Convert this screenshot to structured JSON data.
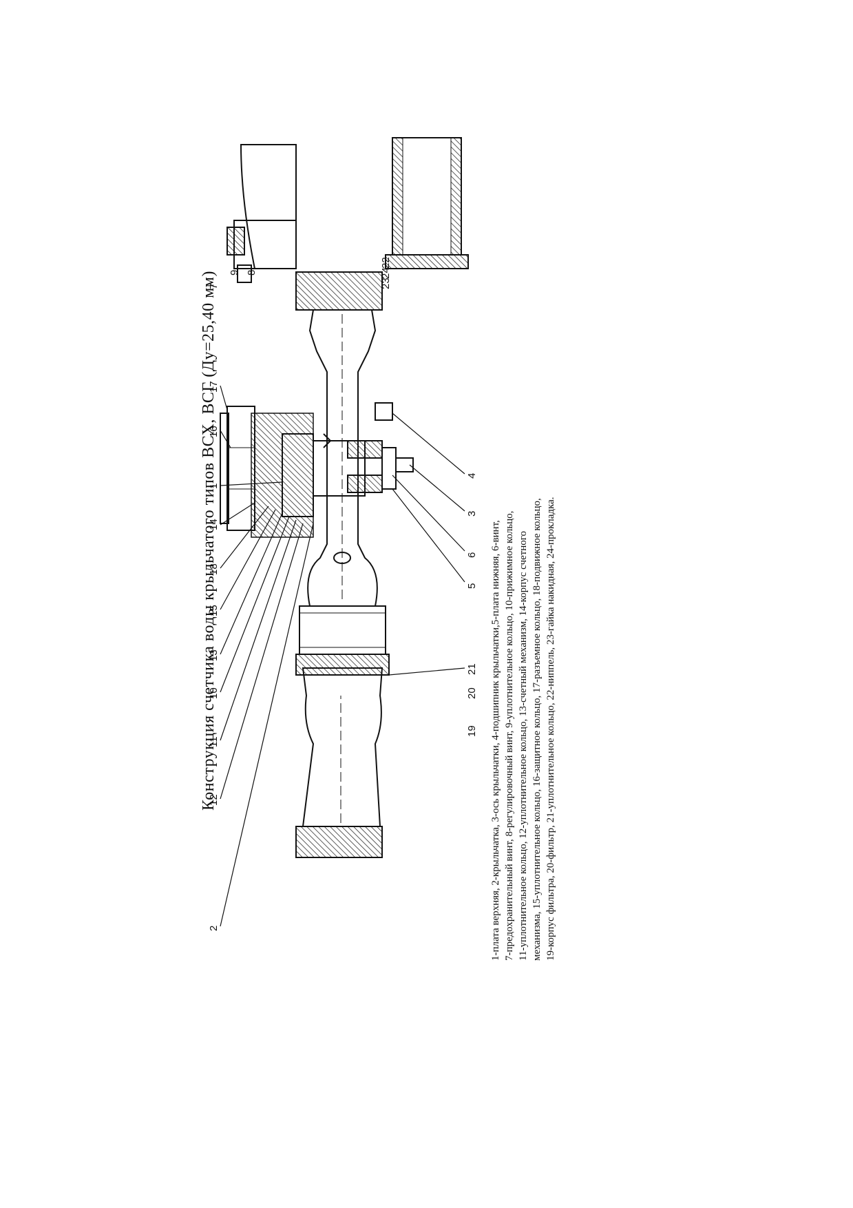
{
  "title": "Конструкция счетчика воды крыльчатого типов ВСХ, ВСГ (Ду=25,40 мм)",
  "callouts": [
    "2",
    "12",
    "11",
    "10",
    "13",
    "15",
    "18",
    "14",
    "1",
    "16",
    "17",
    "19",
    "20",
    "21",
    "5",
    "6",
    "3",
    "4",
    "7",
    "9",
    "8",
    "23",
    "24",
    "22"
  ],
  "legend": [
    "1-плата верхняя, 2-крыльчатка, 3-ось крыльчатки, 4-подшипник крыльчатки,5-плата нижняя, 6-винт,",
    "7-предохранительный винт, 8-регулировочный винт, 9-уплотнительное кольцо, 10-прижимное кольцо,",
    "11-уплотнительное кольцо, 12-уплотнительное кольцо, 13-счетный механизм, 14-корпус счетного",
    "механизма, 15-уплотнительное кольцо, 16-защитное кольцо, 17-разъемное кольцо, 18-подвижное кольцо,",
    "19-корпус фильтра, 20-фильтр, 21-уплотнительное кольцо, 22-ниппель, 23-гайка накидная, 24-прокладка."
  ]
}
